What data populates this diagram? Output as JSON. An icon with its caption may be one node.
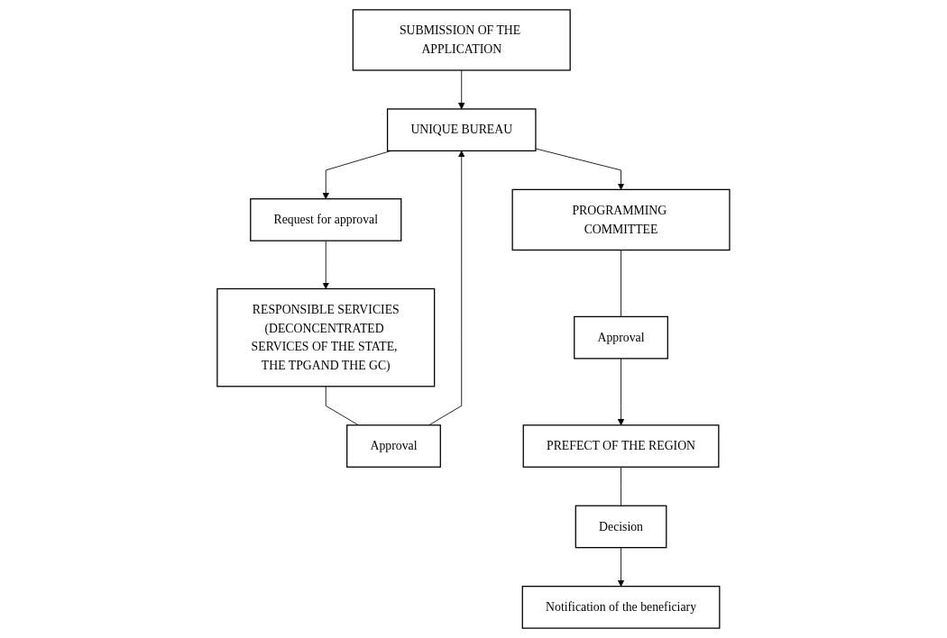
{
  "diagram": {
    "nodes": [
      {
        "text": [
          "SUBMISSION OF THE APPLICATION"
        ]
      },
      {
        "text": [
          "UNIQUE BUREAU"
        ]
      },
      {
        "text": [
          "Request for approval"
        ]
      },
      {
        "text": [
          "Approval"
        ]
      },
      {
        "text": [
          "PROGRAMMING COMMITTEE"
        ]
      },
      {
        "text": [
          "RESPONSIBLE SERVICIES",
          "(DECONCENTRATED SERVICES OF THE STATE, THE TPGAND THE GC)"
        ]
      },
      {
        "text": [
          "Approval"
        ]
      },
      {
        "text": [
          "PREFECT OF THE REGION"
        ]
      },
      {
        "text": [
          "Decision"
        ]
      },
      {
        "text": [
          "Notification of the beneficiary"
        ]
      }
    ],
    "edges": [
      {
        "from": 0,
        "to": 1,
        "arrow": "to"
      },
      {
        "from": 1,
        "to": 2,
        "arrow": "to"
      },
      {
        "from": 2,
        "to": 5,
        "arrow": "to"
      },
      {
        "from": 5,
        "to": 3,
        "arrow": "none"
      },
      {
        "from": 3,
        "to": 1,
        "arrow": "to"
      },
      {
        "from": 1,
        "to": 4,
        "arrow": "to"
      },
      {
        "from": 4,
        "to": 6,
        "arrow": "none"
      },
      {
        "from": 6,
        "to": 7,
        "arrow": "to"
      },
      {
        "from": 7,
        "to": 8,
        "arrow": "none"
      },
      {
        "from": 8,
        "to": 9,
        "arrow": "to"
      }
    ]
  }
}
